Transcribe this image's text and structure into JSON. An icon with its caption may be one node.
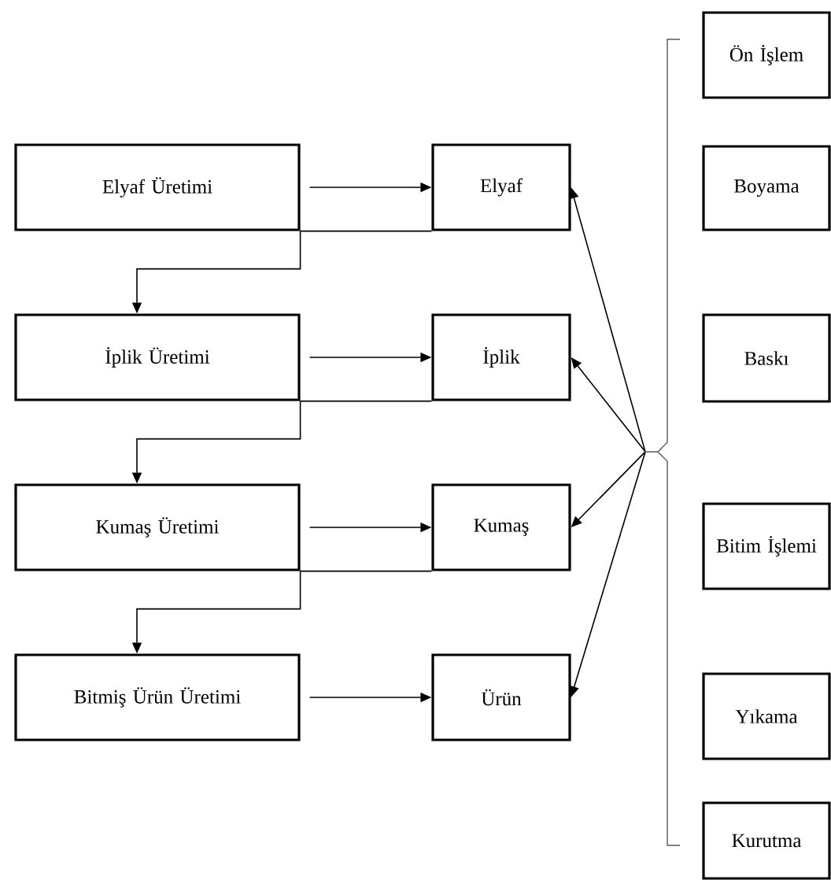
{
  "diagram": {
    "nodes": [
      {
        "text": [
          "Elyaf Üretimi"
        ]
      },
      {
        "text": [
          "Elyaf"
        ]
      },
      {
        "text": [
          "İplik Üretimi"
        ]
      },
      {
        "text": [
          "İplik"
        ]
      },
      {
        "text": [
          "Kumaş Üretimi"
        ]
      },
      {
        "text": [
          "Kumaş"
        ]
      },
      {
        "text": [
          "Bitmiş Ürün Üretimi"
        ]
      },
      {
        "text": [
          "Ürün"
        ]
      },
      {
        "text": [
          "Ön İşlem"
        ]
      },
      {
        "text": [
          "Boyama"
        ]
      },
      {
        "text": [
          "Baskı"
        ]
      },
      {
        "text": [
          "Bitim İşlemi"
        ]
      },
      {
        "text": [
          "Yıkama"
        ]
      },
      {
        "text": [
          "Kurutma"
        ]
      },
      {
        "text": [],
        "shape": "bracket"
      }
    ],
    "edges": [
      {
        "from": 0,
        "to": 1,
        "arrow": "to"
      },
      {
        "from": 2,
        "to": 3,
        "arrow": "to"
      },
      {
        "from": 4,
        "to": 5,
        "arrow": "to"
      },
      {
        "from": 6,
        "to": 7,
        "arrow": "to"
      },
      {
        "from": 0,
        "to": 2,
        "arrow": "to"
      },
      {
        "from": 2,
        "to": 4,
        "arrow": "to"
      },
      {
        "from": 4,
        "to": 6,
        "arrow": "to"
      },
      {
        "from": 0,
        "to": 1,
        "arrow": "none"
      },
      {
        "from": 2,
        "to": 3,
        "arrow": "none"
      },
      {
        "from": 4,
        "to": 5,
        "arrow": "none"
      },
      {
        "from": 14,
        "to": 1,
        "arrow": "to"
      },
      {
        "from": 14,
        "to": 3,
        "arrow": "to"
      },
      {
        "from": 14,
        "to": 5,
        "arrow": "to"
      },
      {
        "from": 14,
        "to": 7,
        "arrow": "to"
      }
    ]
  }
}
